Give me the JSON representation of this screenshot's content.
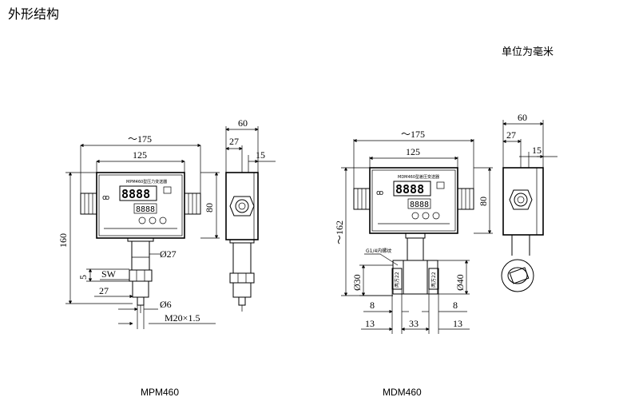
{
  "heading": "外形结构",
  "unit_note": "单位为毫米",
  "captions": {
    "left": "MPM460",
    "right": "MDM460"
  },
  "mpm460": {
    "dims": {
      "approx_width": "～175",
      "body_width": "125",
      "body_height": "80",
      "total_height": "160",
      "side_depth": "60",
      "side_27": "27",
      "side_15": "15",
      "stem_dia": "Ø27",
      "sw": "SW",
      "five": "5",
      "hex_27": "27",
      "tip_dia": "Ø6",
      "thread": "M20×1.5"
    },
    "panel_label": "MPM460型压力变送器",
    "display_main": "8888",
    "display_sub": "8888"
  },
  "mdm460": {
    "dims": {
      "approx_width": "～175",
      "body_width": "125",
      "body_height": "80",
      "total_height": "～162",
      "side_depth": "60",
      "side_27": "27",
      "side_15": "15",
      "port_note": "G1/4内螺纹",
      "dia_30": "Ø30",
      "dia_40": "Ø40",
      "flat_left": "两方22",
      "flat_right": "两方22",
      "eight_left": "8",
      "eight_right": "8",
      "w13_left": "13",
      "w33": "33",
      "w13_right": "13"
    },
    "panel_label": "MDM460型差压变送器",
    "display_main": "8888",
    "display_sub": "8888"
  }
}
